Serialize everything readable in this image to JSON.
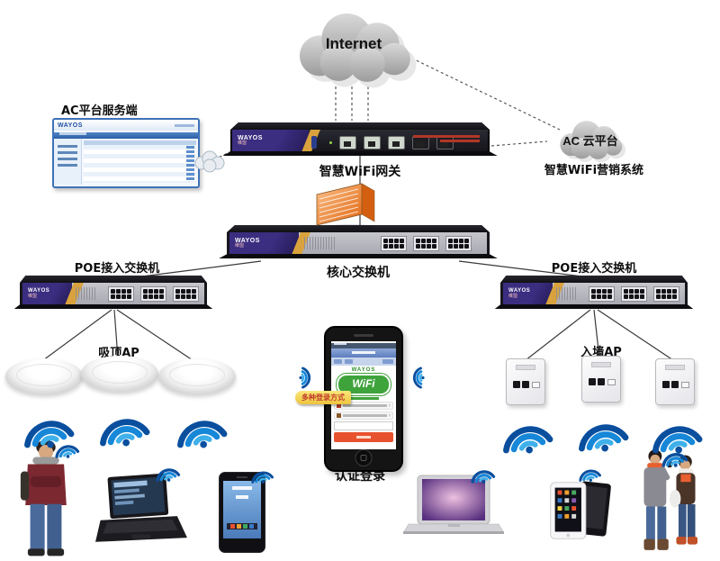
{
  "diagram": {
    "brand": "WAYOS",
    "brand_cn": "维盟",
    "internet": {
      "label": "Internet"
    },
    "ac_server": {
      "label": "AC平台服务端"
    },
    "gateway": {
      "label": "智慧WiFi网关"
    },
    "ac_cloud": {
      "label": "AC 云平台",
      "sublabel": "智慧WiFi营销系统"
    },
    "core_switch": {
      "label": "核心交换机"
    },
    "poe_switch_left": {
      "label": "POE接入交换机"
    },
    "poe_switch_right": {
      "label": "POE接入交换机"
    },
    "ceiling_ap": {
      "label": "吸顶AP"
    },
    "wall_ap": {
      "label": "入墙AP"
    },
    "auth": {
      "label": "认证登录",
      "callout": "多种登录方式",
      "wifi_logo": "WiFi"
    },
    "colors": {
      "wifi_blue_dark": "#0a4f9e",
      "wifi_blue_mid": "#1787d8",
      "wifi_blue_light": "#3fb0ea",
      "firewall_orange": "#ed7d31",
      "portal_green": "#3fa33c",
      "portal_button_orange": "#e8512e",
      "device_purple": "#3b2d80",
      "cloud_gray": "#bdbdbd",
      "server_ui_blue": "#2f6db8"
    }
  }
}
